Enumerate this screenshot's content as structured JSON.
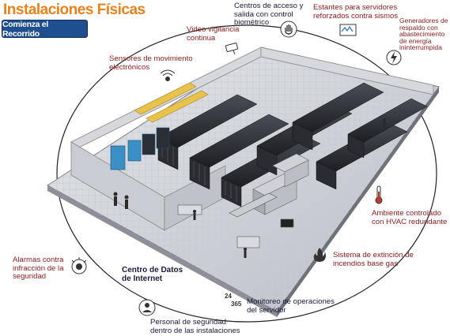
{
  "page": {
    "title": "Instalaciones Físicas"
  },
  "tour_button": {
    "label": "Comienza el Recorrido"
  },
  "labels": {
    "access": [
      "Centros de acceso y",
      "salida con control",
      "biométrico"
    ],
    "racks": [
      "Estantes para servidores",
      "reforzados contra sismos"
    ],
    "generators": [
      "Generadores de",
      "respaldo con",
      "abastecimiento",
      "de energía",
      "ininterrumpida"
    ],
    "video": [
      "Video vigilancia",
      "continua"
    ],
    "motion": [
      "Sensores de movimiento",
      "electrónicos"
    ],
    "hvac": [
      "Ambiente controlado",
      "con HVAC redundante"
    ],
    "fire": [
      "Sistema de extinción de",
      "incendios base gas"
    ],
    "alarms": [
      "Alarmas contra",
      "infracción de la",
      "seguridad"
    ],
    "datacenter": [
      "Centro de Datos",
      "de Internet"
    ],
    "monitor": [
      "Monitoreo de operaciones",
      "del servidor"
    ],
    "security": [
      "Personal de seguridad",
      "dentro de las instalaciones"
    ]
  },
  "colors": {
    "title": "#e8821a",
    "button": "#1f4f8f",
    "label": "#8b1a1a",
    "dark_label": "#1a1a3a"
  }
}
